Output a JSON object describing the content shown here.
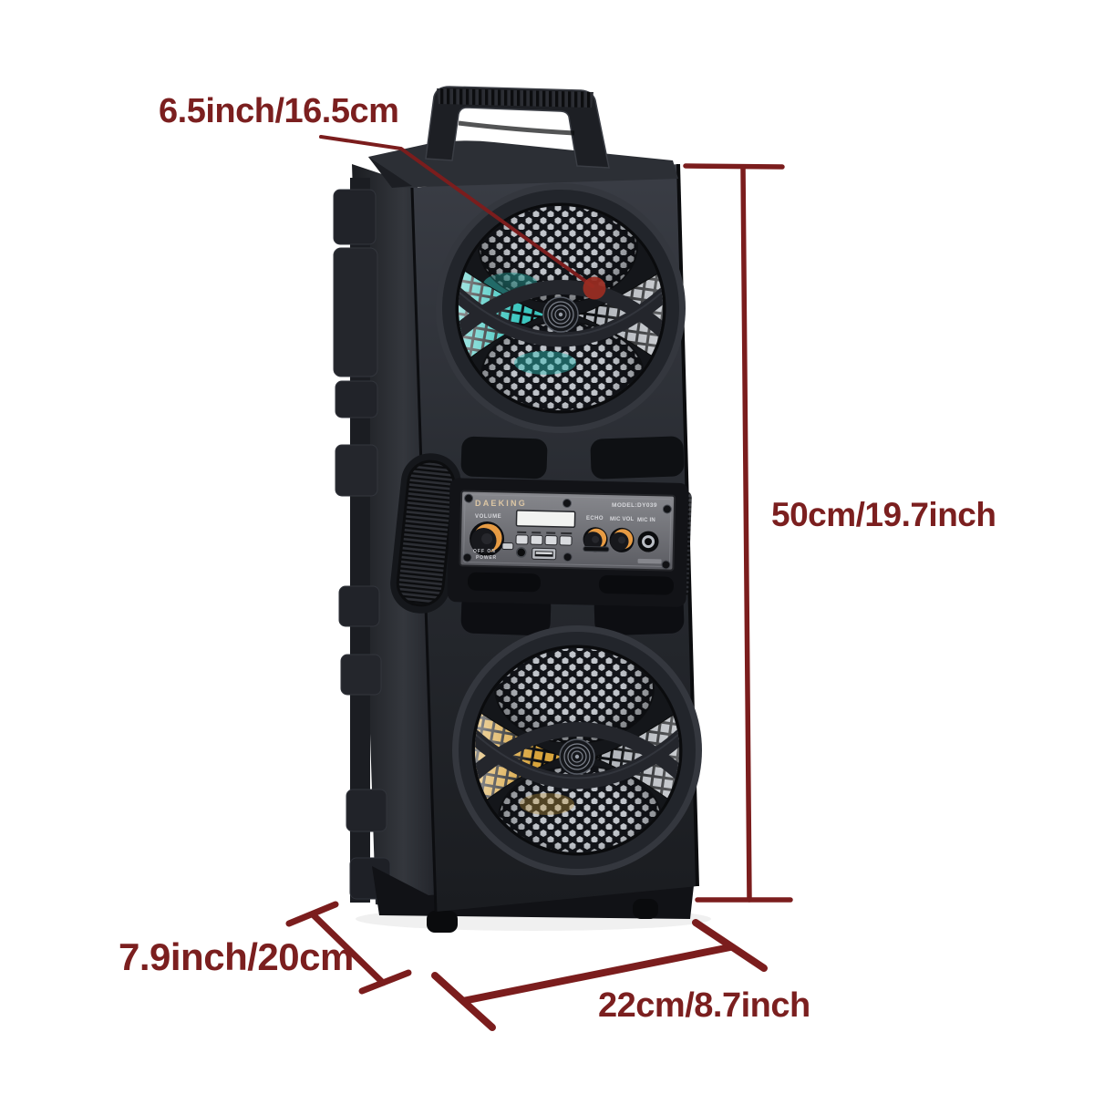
{
  "annotations": {
    "driver": {
      "label": "6.5inch/16.5cm"
    },
    "height": {
      "label": "50cm/19.7inch"
    },
    "depth": {
      "label": "7.9inch/20cm"
    },
    "width": {
      "label": "22cm/8.7inch"
    }
  },
  "panel": {
    "brand": "DAEKING",
    "model": "MODEL:DY039",
    "volume": "VOLUME",
    "echo": "ECHO",
    "mic_vol": "MIC VOL",
    "mic_in": "MIC IN",
    "power_switch": "OFF ON",
    "power": "POWER"
  },
  "colors": {
    "annotation_red": "#7b1f1f",
    "marker_dot": "#9b2c22",
    "knob_orange": "#e79b43",
    "grille_teal": "#3cc6bf",
    "grille_amber": "#d8a43c",
    "background": "#ffffff"
  }
}
